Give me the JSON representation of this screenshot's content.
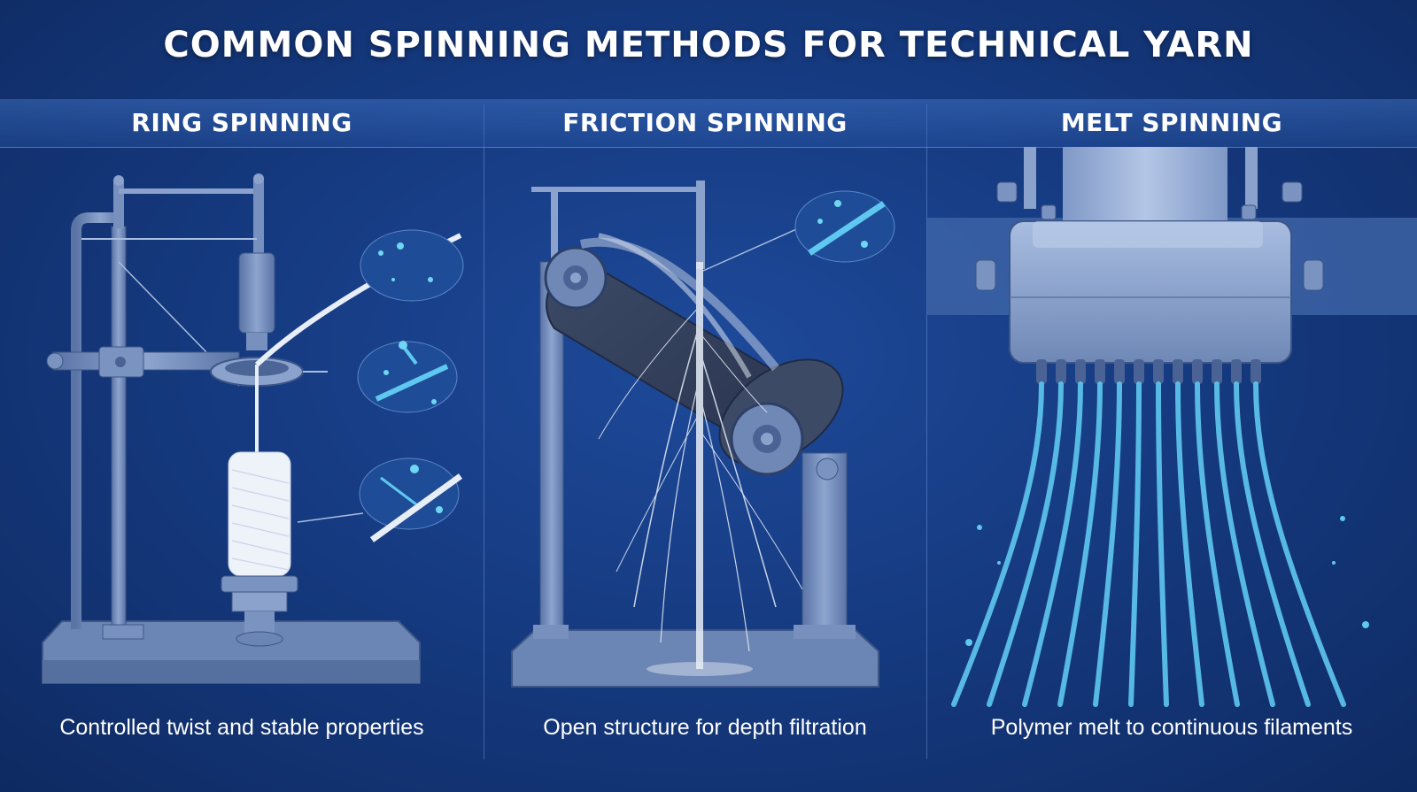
{
  "title": "COMMON SPINNING METHODS FOR TECHNICAL YARN",
  "panels": [
    {
      "heading": "RING SPINNING",
      "caption": "Controlled twist and stable properties"
    },
    {
      "heading": "FRICTION SPINNING",
      "caption": "Open structure for depth filtration"
    },
    {
      "heading": "MELT SPINNING",
      "caption": "Polymer melt to continuous filaments"
    }
  ],
  "colors": {
    "background": "#163b82",
    "machine": "#6f88b6",
    "filament": "#5ec8f0",
    "fiber": "#e8eef8"
  }
}
